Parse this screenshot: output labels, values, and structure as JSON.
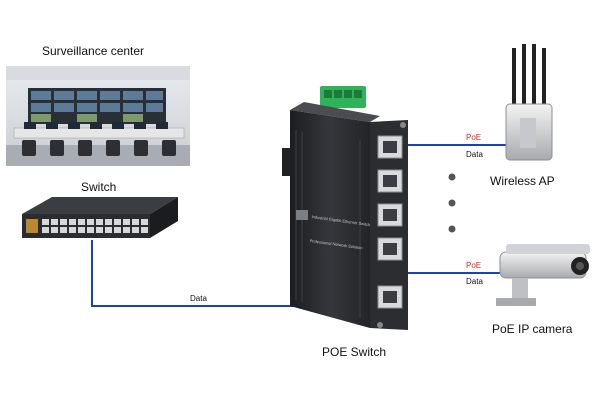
{
  "nodes": {
    "surveillance_center": "Surveillance center",
    "switch": "Switch",
    "poe_switch": "POE Switch",
    "wireless_ap": "Wireless AP",
    "poe_ip_camera": "PoE IP camera"
  },
  "links": {
    "switch_to_poe": "Data",
    "ap_power": "PoE",
    "ap_data": "Data",
    "camera_power": "PoE",
    "camera_data": "Data"
  },
  "device_text": {
    "model": "Industrial Gigabit Ethernet Switch",
    "tagline": "Professional Network Solution"
  },
  "colors": {
    "link_blue": "#1f3fb5",
    "poe_red": "#e0261c",
    "terminal_green": "#2fb35a",
    "device_body": "#2b2d31"
  }
}
